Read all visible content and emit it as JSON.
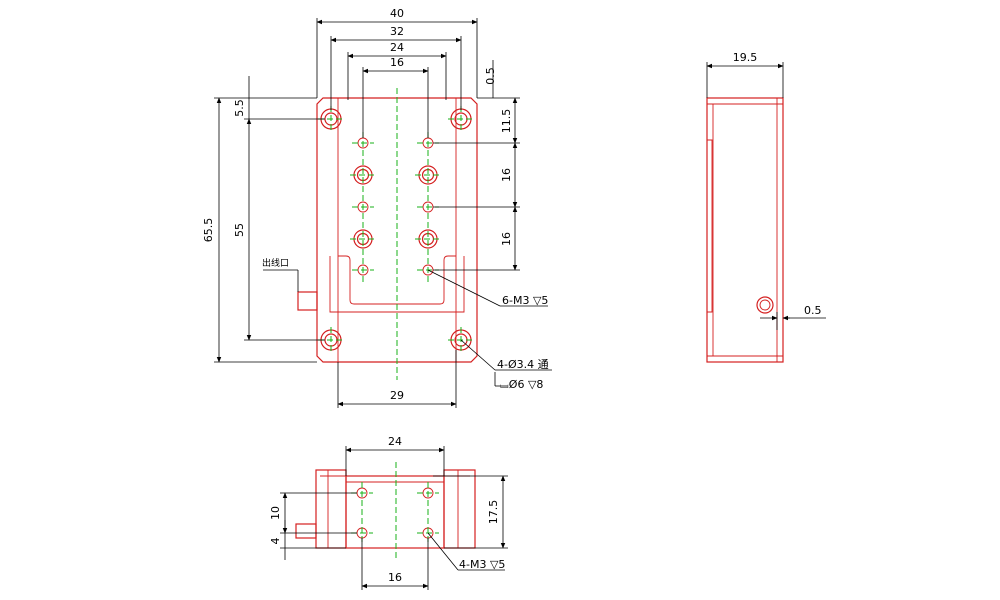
{
  "colors": {
    "part": "#d42020",
    "centerline": "#19b019",
    "dimension": "#000000"
  },
  "front_view": {
    "dims_top": [
      "40",
      "32",
      "24",
      "16"
    ],
    "dim_gap_top": "0.5",
    "dim_height_total": "65.5",
    "dim_hole_offset": "5.5",
    "dim_hole_pitch": "55",
    "dims_right": [
      "11.5",
      "16",
      "16"
    ],
    "dim_bottom": "29",
    "cable_outlet_label": "出线口",
    "callout_threaded": "6-M3 ▽5",
    "callout_mount_line1": "4-Ø3.4 通",
    "callout_mount_line2": "⌴Ø6 ▽8"
  },
  "side_view": {
    "dim_width": "19.5",
    "dim_gap": "0.5"
  },
  "bottom_view": {
    "dim_top": "24",
    "dim_left_upper": "10",
    "dim_left_lower": "4",
    "dim_right": "17.5",
    "dim_bottom": "16",
    "callout_threaded": "4-M3 ▽5"
  }
}
